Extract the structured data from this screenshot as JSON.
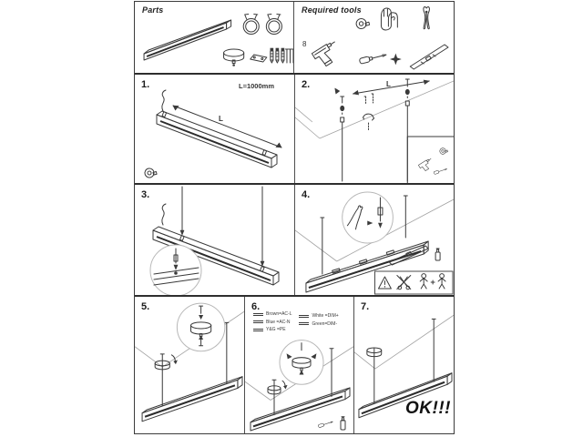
{
  "sheet": {
    "parts": {
      "title": "Parts"
    },
    "tools": {
      "title": "Required tools",
      "drill_bit_label": "8"
    },
    "steps": {
      "s1": {
        "number": "1.",
        "length_note": "L=1000mm",
        "dim_label": "L"
      },
      "s2": {
        "number": "2.",
        "dim_label": "L"
      },
      "s3": {
        "number": "3."
      },
      "s4": {
        "number": "4."
      },
      "s5": {
        "number": "5."
      },
      "s6": {
        "number": "6.",
        "legend_left": [
          "Brown=AC-L",
          "Blue =AC-N",
          "Y&G =PE"
        ],
        "legend_right": [
          "White =DIM+",
          "Green=DIM-"
        ]
      },
      "s7": {
        "number": "7.",
        "ok_label": "OK!!!"
      }
    },
    "colors": {
      "ink": "#3a3a3a",
      "guide": "#9e9e9e",
      "border": "#3c3c3c",
      "background": "#ffffff"
    }
  }
}
